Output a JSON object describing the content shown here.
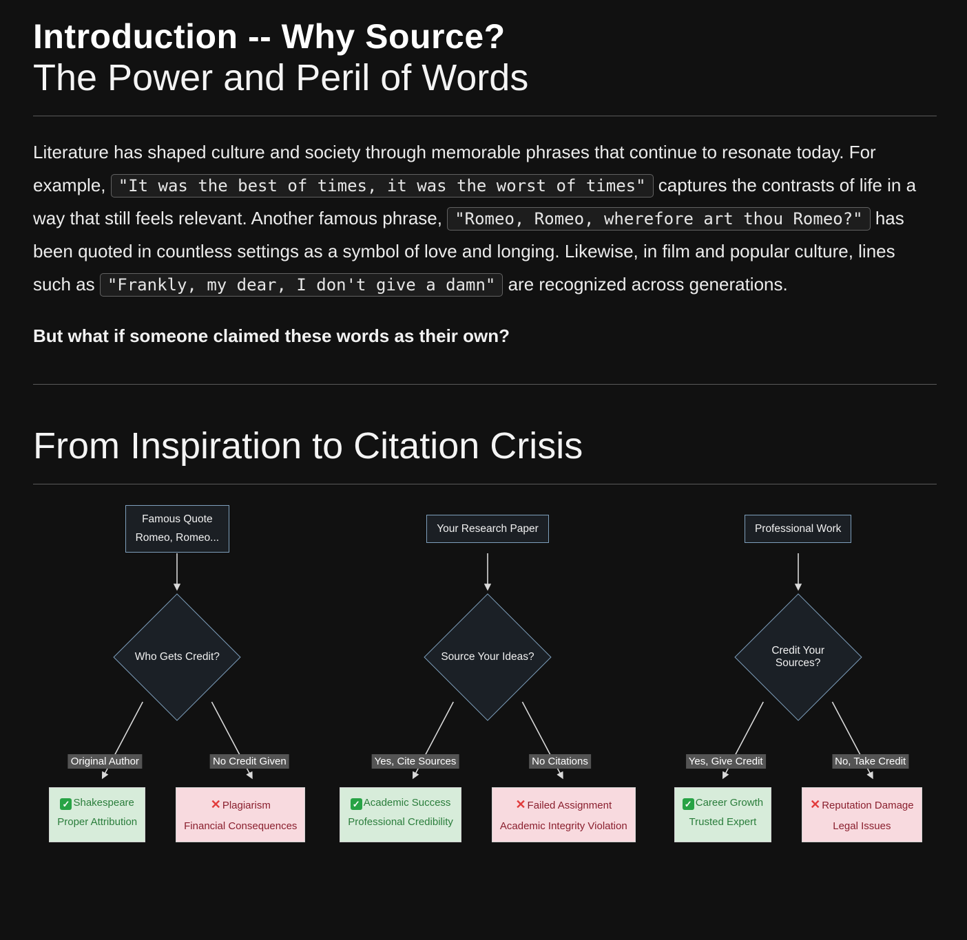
{
  "page": {
    "title": "Introduction -- Why Source?"
  },
  "section_power": {
    "heading": "The Power and Peril of Words",
    "paragraph": {
      "t1": "Literature has shaped culture and society through memorable phrases that continue to resonate today. For example, ",
      "c1": "\"It was the best of times, it was the worst of times\"",
      "t2": " captures the contrasts of life in a way that still feels relevant. Another famous phrase, ",
      "c2": "\"Romeo, Romeo, wherefore art thou Romeo?\"",
      "t3": " has been quoted in countless settings as a symbol of love and longing. Likewise, in film and popular culture, lines such as ",
      "c3": "\"Frankly, my dear, I don't give a damn\"",
      "t4": " are recognized across generations."
    },
    "question": "But what if someone claimed these words as their own?"
  },
  "section_flow": {
    "heading": "From Inspiration to Citation Crisis"
  },
  "flowchart": {
    "columns": [
      {
        "source_line1": "Famous Quote",
        "source_line2": "Romeo, Romeo...",
        "decision": "Who Gets Credit?",
        "left": {
          "edge_label": "Original Author",
          "icon": "check-icon",
          "title": "Shakespeare",
          "subtitle": "Proper Attribution"
        },
        "right": {
          "edge_label": "No Credit Given",
          "icon": "cross-icon",
          "title": "Plagiarism",
          "subtitle": "Financial Consequences"
        }
      },
      {
        "source_line1": "Your Research Paper",
        "decision": "Source Your Ideas?",
        "left": {
          "edge_label": "Yes, Cite Sources",
          "icon": "check-icon",
          "title": "Academic Success",
          "subtitle": "Professional Credibility"
        },
        "right": {
          "edge_label": "No Citations",
          "icon": "cross-icon",
          "title": "Failed Assignment",
          "subtitle": "Academic Integrity Violation"
        }
      },
      {
        "source_line1": "Professional Work",
        "decision": "Credit Your Sources?",
        "left": {
          "edge_label": "Yes, Give Credit",
          "icon": "check-icon",
          "title": "Career Growth",
          "subtitle": "Trusted Expert"
        },
        "right": {
          "edge_label": "No, Take Credit",
          "icon": "cross-icon",
          "title": "Reputation Damage",
          "subtitle": "Legal Issues"
        }
      }
    ],
    "colors": {
      "background": "#111111",
      "node_fill": "#1b2026",
      "node_border": "#7fa0bd",
      "edge_label_bg": "#545454",
      "success_bg": "#d7ecda",
      "success_text": "#2a7d3b",
      "failure_bg": "#f8dadf",
      "failure_text": "#8a1f2e",
      "check_green": "#27a345",
      "cross_red": "#e23b3b"
    }
  }
}
